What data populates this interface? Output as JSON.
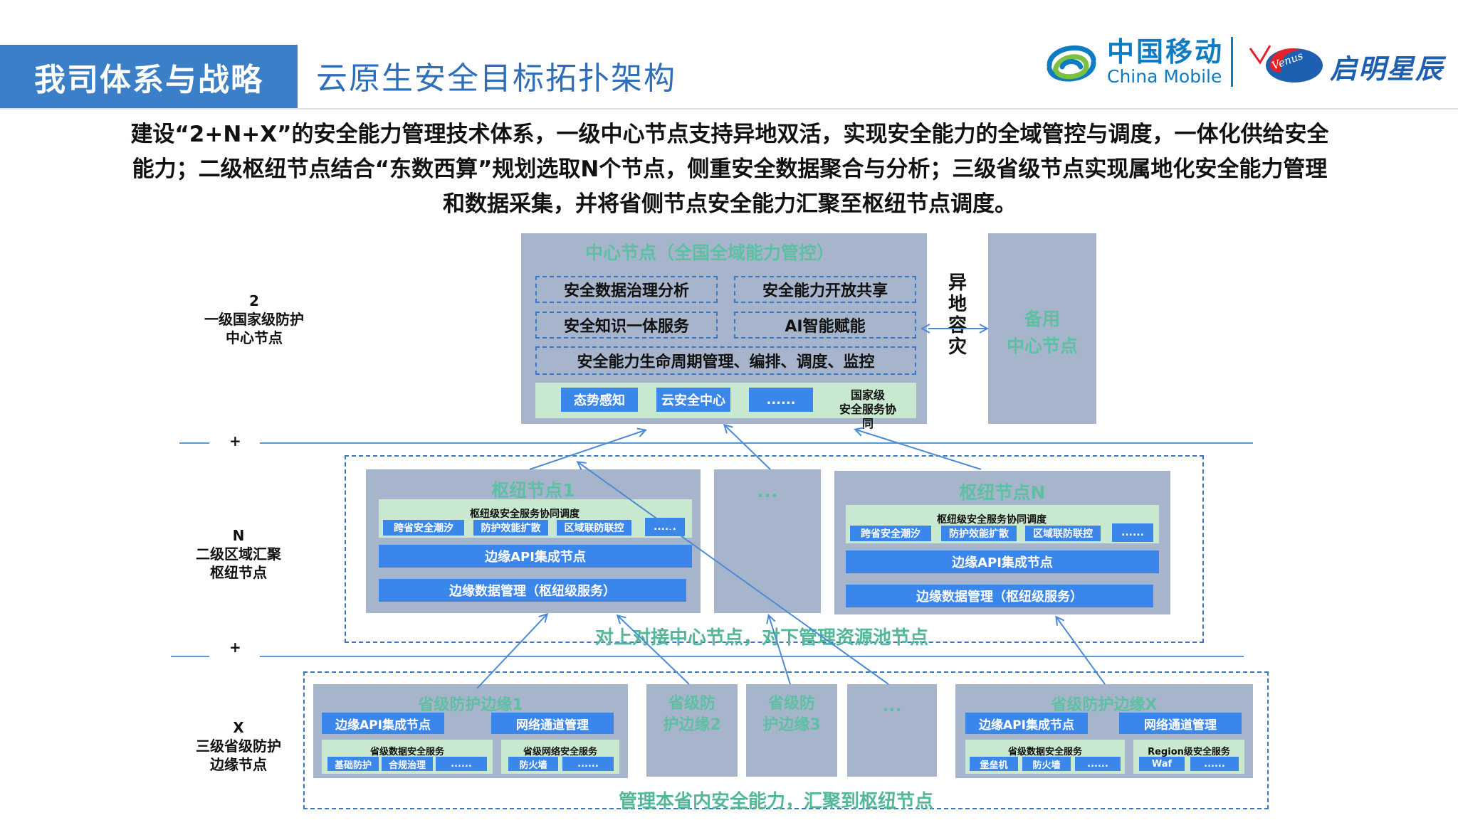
{
  "header": {
    "section_tab": "我司体系与战略",
    "subtitle": "云原生安全目标拓扑架构",
    "logo_cm_cn": "中国移动",
    "logo_cm_en": "China Mobile",
    "logo_venus_script": "Venus",
    "logo_venus_cn": "启明星辰"
  },
  "intro": {
    "line1": "建设“2+N+X”的安全能力管理技术体系，一级中心节点支持异地双活，实现安全能力的全域管控与调度，一体化供给安全",
    "line2": "能力；二级枢纽节点结合“东数西算”规划选取N个节点，侧重安全数据聚合与分析；三级省级节点实现属地化安全能力管理",
    "line3": "和数据采集，并将省侧节点安全能力汇聚至枢纽节点调度。"
  },
  "levels": {
    "l1": {
      "num": "2",
      "line1": "一级国家级防护",
      "line2": "中心节点"
    },
    "l2": {
      "num": "N",
      "line1": "二级区域汇聚",
      "line2": "枢纽节点"
    },
    "l3": {
      "num": "X",
      "line1": "三级省级防护",
      "line2": "边缘节点"
    },
    "plus": "+"
  },
  "center": {
    "title": "中心节点（全国全域能力管控）",
    "cap1": "安全数据治理分析",
    "cap2": "安全能力开放共享",
    "cap3": "安全知识一体服务",
    "cap4": "AI智能赋能",
    "cap5": "安全能力生命周期管理、编排、调度、监控",
    "btn1": "态势感知",
    "btn2": "云安全中心",
    "btn3": "......",
    "coop1": "国家级",
    "coop2": "安全服务协",
    "coop3": "同",
    "dr": [
      "异",
      "地",
      "容",
      "灾"
    ],
    "backup1": "备用",
    "backup2": "中心节点"
  },
  "hub1": {
    "title": "枢纽节点1",
    "coop": "枢纽级安全服务协同调度",
    "items": [
      "跨省安全潮汐",
      "防护效能扩散",
      "区域联防联控",
      "......"
    ],
    "api": "边缘API集成节点",
    "data": "边缘数据管理（枢纽级服务）"
  },
  "hub_mid": "...",
  "hubN": {
    "title": "枢纽节点N",
    "coop": "枢纽级安全服务协同调度",
    "items": [
      "跨省安全潮汐",
      "防护效能扩散",
      "区域联防联控",
      "......"
    ],
    "api": "边缘API集成节点",
    "data": "边缘数据管理（枢纽级服务）"
  },
  "hub_caption": "对上对接中心节点，对下管理资源池节点",
  "edge1": {
    "title": "省级防护边缘1",
    "api": "边缘API集成节点",
    "net": "网络通道管理",
    "g1_title": "省级数据安全服务",
    "g1_items": [
      "基础防护",
      "合规治理",
      "......"
    ],
    "g2_title": "省级网络安全服务",
    "g2_items": [
      "防火墙",
      "......"
    ]
  },
  "edge2": {
    "l1": "省级防",
    "l2": "护边缘2"
  },
  "edge3": {
    "l1": "省级防",
    "l2": "护边缘3"
  },
  "edge_mid": "...",
  "edgeX": {
    "title": "省级防护边缘X",
    "api": "边缘API集成节点",
    "net": "网络通道管理",
    "g1_title": "省级数据安全服务",
    "g1_items": [
      "堡垒机",
      "防火墙",
      "......"
    ],
    "g2_title": "Region级安全服务",
    "g2_items": [
      "Waf",
      "......"
    ]
  },
  "edge_caption": "管理本省内安全能力，汇聚到枢纽节点",
  "colors": {
    "brand_blue": "#3a7fc8",
    "panel": "#a7b5cc",
    "teal_title": "#5ec0a2",
    "button_blue": "#3a86ea",
    "light_green": "#c8e8cf",
    "arrow_blue": "#4a8ad6"
  },
  "icons": [
    "china-mobile-logo-icon",
    "venus-logo-icon",
    "arrow-icon"
  ]
}
